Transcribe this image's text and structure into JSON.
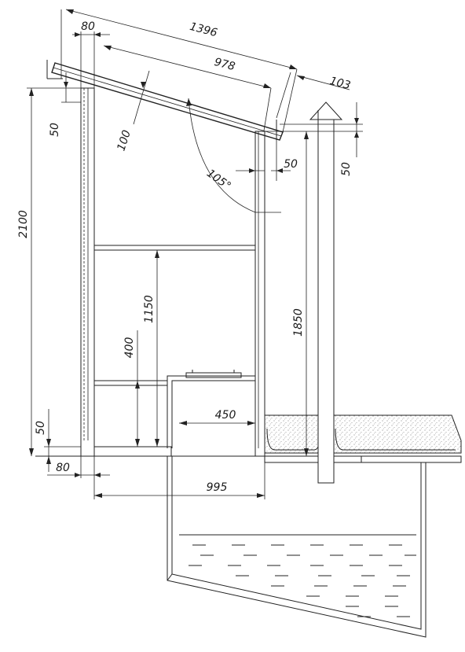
{
  "dimensions": {
    "roof_length": "1396",
    "roof_overhang_left": "80",
    "roof_inner_length": "978",
    "roof_overhang_right": "103",
    "roof_thickness": "100",
    "roof_edge_left": "50",
    "vent_offset": "50",
    "vent_height": "50",
    "roof_angle": "105°",
    "total_height": "2100",
    "seat_height": "1150",
    "step_height": "400",
    "vent_pipe_height": "1850",
    "floor_thickness": "50",
    "seat_depth": "450",
    "wall_offset": "80",
    "floor_depth": "995"
  }
}
